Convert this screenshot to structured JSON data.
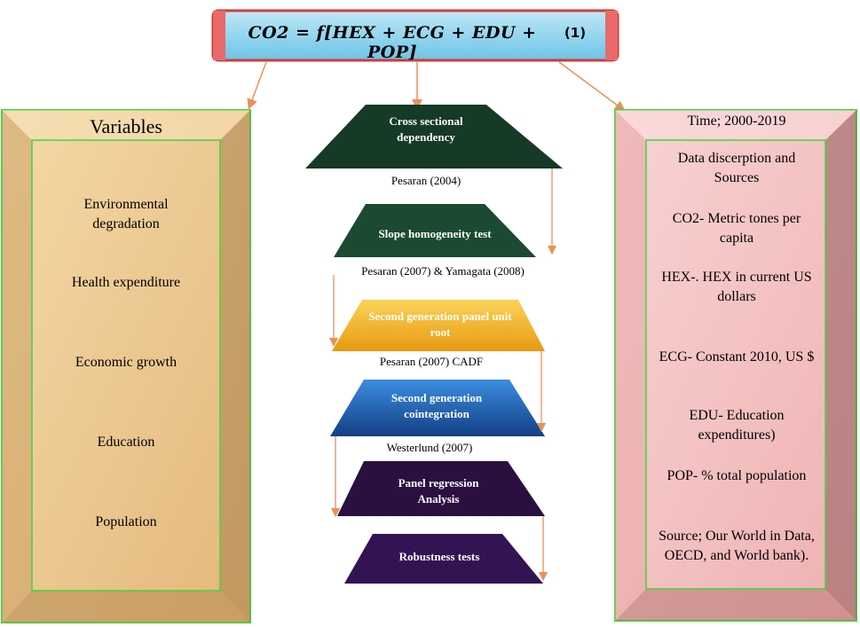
{
  "equation": {
    "formula": "CO2 = f[HEX + ECG + EDU + POP]",
    "number": "(1)"
  },
  "variables_box": {
    "title": "Variables",
    "items": [
      "Environmental degradation",
      "Health expenditure",
      "Economic growth",
      "Education",
      "Population"
    ]
  },
  "flow_steps": [
    {
      "label": "Cross sectional dependency",
      "caption": "Pesaran (2004)"
    },
    {
      "label": "Slope homogeneity test",
      "caption": "Pesaran (2007) & Yamagata (2008)"
    },
    {
      "label": "Second generation panel unit root",
      "caption": "Pesaran (2007) CADF"
    },
    {
      "label": "Second generation cointegration",
      "caption": "Westerlund (2007)"
    },
    {
      "label": "Panel regression Analysis",
      "caption": ""
    },
    {
      "label": "Robustness tests",
      "caption": ""
    }
  ],
  "data_box": {
    "title": "Time; 2000-2019",
    "items": [
      "Data discerption and Sources",
      "CO2- Metric tones per capita",
      "HEX-. HEX in current US dollars",
      "ECG- Constant 2010, US $",
      "EDU- Education expenditures)",
      "POP- % total population",
      "Source; Our World in Data, OECD, and World bank)."
    ]
  },
  "colors": {
    "left_box": "#e9c690",
    "right_box": "#f4c0c0",
    "box_border": "#3ed63e",
    "arrow": "#e8915a",
    "shape_green": "#153a26",
    "shape_yellow": "#f3b41a",
    "shape_blue": "#1f5fb4",
    "shape_purple": "#2a1040"
  }
}
